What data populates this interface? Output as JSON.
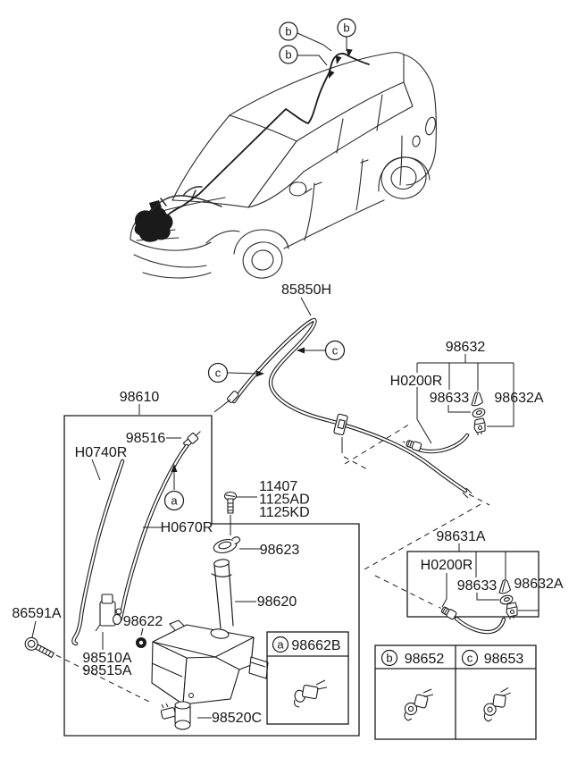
{
  "colors": {
    "line": "#1a1a1a",
    "text": "#151515",
    "background": "#ffffff"
  },
  "callouts": {
    "a": "a",
    "b": "b",
    "c": "c"
  },
  "labels": {
    "roof_hose": "85850H",
    "assy_box": "98610",
    "joint": "98516",
    "hose_front": "H0740R",
    "hose_rear": "H0670R",
    "bolt1": "11407",
    "bolt2": "1125AD",
    "bolt3": "1125KD",
    "cap": "98623",
    "reservoir": "98620",
    "grommet": "98622",
    "motor1": "98510A",
    "motor2": "98515A",
    "bolt_front": "86591A",
    "pump": "98520C"
  },
  "front_nozzle_group": {
    "title": "98632",
    "hose": "H0200R",
    "grommet": "98633",
    "nozzle": "98632A"
  },
  "rear_nozzle_group": {
    "title": "98631A",
    "hose": "H0200R",
    "grommet": "98633",
    "nozzle": "98632A"
  },
  "insets": {
    "a_part": "98662B",
    "b_part": "98652",
    "c_part": "98653"
  }
}
